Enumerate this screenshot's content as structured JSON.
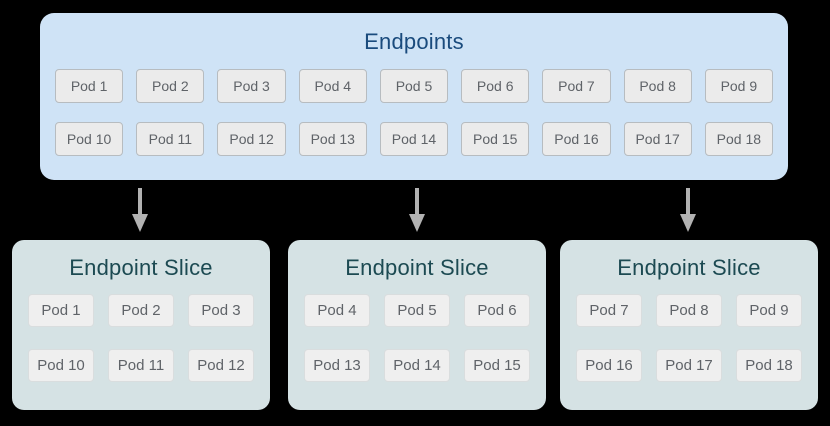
{
  "endpoints_box": {
    "title": "Endpoints",
    "rows": [
      [
        "Pod 1",
        "Pod 2",
        "Pod 3",
        "Pod 4",
        "Pod 5",
        "Pod 6",
        "Pod 7",
        "Pod 8",
        "Pod 9"
      ],
      [
        "Pod 10",
        "Pod 11",
        "Pod 12",
        "Pod 13",
        "Pod 14",
        "Pod 15",
        "Pod 16",
        "Pod 17",
        "Pod 18"
      ]
    ]
  },
  "slices": [
    {
      "title": "Endpoint Slice",
      "rows": [
        [
          "Pod 1",
          "Pod 2",
          "Pod 3"
        ],
        [
          "Pod 10",
          "Pod 11",
          "Pod 12"
        ]
      ]
    },
    {
      "title": "Endpoint Slice",
      "rows": [
        [
          "Pod 4",
          "Pod 5",
          "Pod 6"
        ],
        [
          "Pod 13",
          "Pod 14",
          "Pod 15"
        ]
      ]
    },
    {
      "title": "Endpoint Slice",
      "rows": [
        [
          "Pod 7",
          "Pod 8",
          "Pod 9"
        ],
        [
          "Pod 16",
          "Pod 17",
          "Pod 18"
        ]
      ]
    }
  ],
  "colors": {
    "canvas-bg": "#000000",
    "endpoints-bg": "#cfe3f6",
    "endpoints-title": "#1a4b7d",
    "slice-bg": "#d5e2e4",
    "slice-title": "#1c4a52",
    "pod-fill": "#ebebeb",
    "pod-border": "#b7bcc0",
    "slice-pod-fill": "#efefef",
    "slice-pod-border": "#d9ddde",
    "pod-text": "#5f6368",
    "arrow": "#b2b2b2"
  }
}
